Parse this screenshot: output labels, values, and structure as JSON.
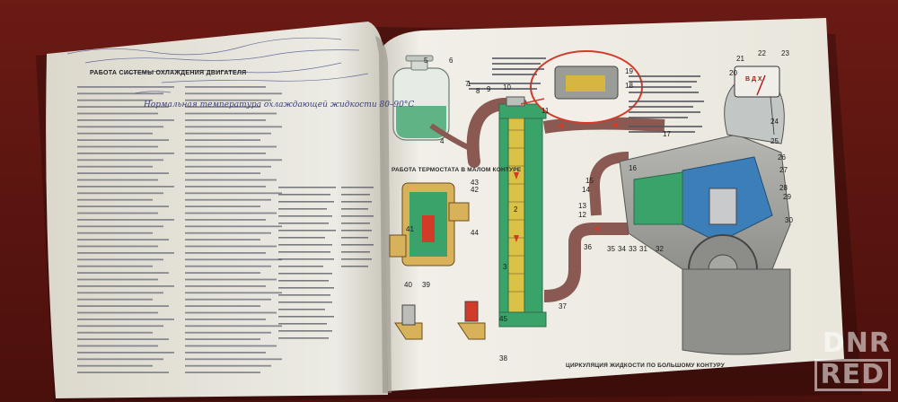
{
  "left_page": {
    "section_title": "РАБОТА СИСТЕМЫ ОХЛАЖДЕНИЯ ДВИГАТЕЛЯ",
    "handwritten_note": "Нормальная температура охлаждающей жидкости 80–90°С"
  },
  "right_page": {
    "thermostat_small_caption": "РАБОТА ТЕРМОСТАТА В МАЛОМ КОНТУРЕ",
    "large_circuit_caption": "ЦИРКУЛЯЦИЯ ЖИДКОСТИ ПО БОЛЬШОМУ КОНТУРУ",
    "gauge_label": "В Д Х"
  },
  "callouts": [
    "1",
    "2",
    "3",
    "4",
    "5",
    "6",
    "7",
    "8",
    "9",
    "10",
    "11",
    "12",
    "13",
    "14",
    "15",
    "16",
    "17",
    "18",
    "19",
    "20",
    "21",
    "22",
    "23",
    "24",
    "25",
    "26",
    "27",
    "28",
    "29",
    "30",
    "31",
    "32",
    "33",
    "34",
    "35",
    "36",
    "37",
    "38",
    "39",
    "40",
    "41",
    "42",
    "43",
    "44",
    "45"
  ],
  "watermark": {
    "line1": "DNR",
    "line2": "RED"
  },
  "colors": {
    "coolant_green": "#3aa36a",
    "pipe_brown": "#8a5a52",
    "engine_blue": "#3c7fb8",
    "flow_red": "#d23a2a",
    "page": "#f1eee4"
  }
}
